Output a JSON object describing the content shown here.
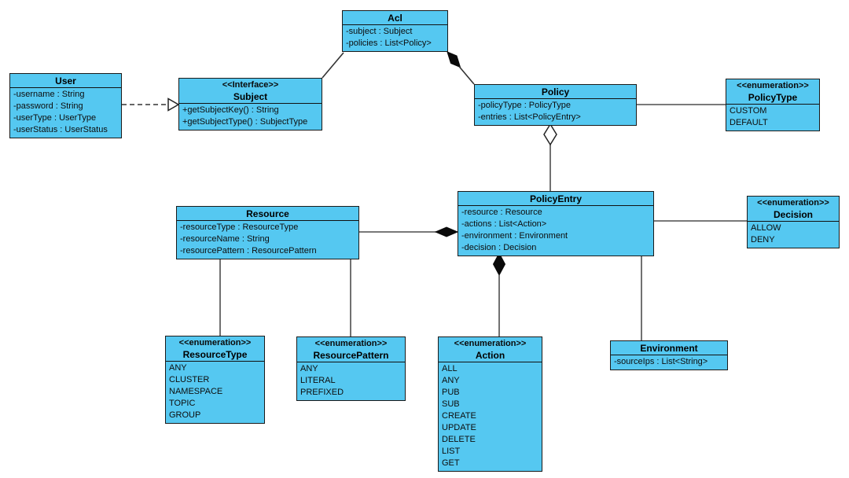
{
  "diagram": {
    "title": "ACL authorization UML class diagram",
    "colors": {
      "box_fill": "#55C8F1",
      "box_border": "#1a1a1a",
      "connector_line": "#4d4d4d",
      "diamond_fill": "#0a0a0a",
      "background": "#ffffff"
    },
    "classes": [
      {
        "id": "acl",
        "name": "Acl",
        "members": [
          "-subject : Subject",
          "-policies : List<Policy>"
        ]
      },
      {
        "id": "user",
        "name": "User",
        "members": [
          "-username : String",
          "-password : String",
          "-userType : UserType",
          "-userStatus : UserStatus"
        ]
      },
      {
        "id": "subject",
        "stereotype": "<<Interface>>",
        "name": "Subject",
        "members": [
          "+getSubjectKey() : String",
          "+getSubjectType() : SubjectType"
        ]
      },
      {
        "id": "policy",
        "name": "Policy",
        "members": [
          "-policyType : PolicyType",
          "-entries : List<PolicyEntry>"
        ]
      },
      {
        "id": "policytype",
        "stereotype": "<<enumeration>>",
        "name": "PolicyType",
        "members": [
          "CUSTOM",
          "DEFAULT"
        ]
      },
      {
        "id": "resource",
        "name": "Resource",
        "members": [
          "-resourceType : ResourceType",
          "-resourceName : String",
          "-resourcePattern : ResourcePattern"
        ]
      },
      {
        "id": "policyentry",
        "name": "PolicyEntry",
        "members": [
          "-resource : Resource",
          "-actions : List<Action>",
          "-environment : Environment",
          "-decision : Decision"
        ]
      },
      {
        "id": "decision",
        "stereotype": "<<enumeration>>",
        "name": "Decision",
        "members": [
          "ALLOW",
          "DENY"
        ]
      },
      {
        "id": "resourcetype",
        "stereotype": "<<enumeration>>",
        "name": "ResourceType",
        "members": [
          "ANY",
          "CLUSTER",
          "NAMESPACE",
          "TOPIC",
          "GROUP"
        ]
      },
      {
        "id": "resourcepattern",
        "stereotype": "<<enumeration>>",
        "name": "ResourcePattern",
        "members": [
          "ANY",
          "LITERAL",
          "PREFIXED"
        ]
      },
      {
        "id": "action",
        "stereotype": "<<enumeration>>",
        "name": "Action",
        "members": [
          "ALL",
          "ANY",
          "PUB",
          "SUB",
          "CREATE",
          "UPDATE",
          "DELETE",
          "LIST",
          "GET"
        ]
      },
      {
        "id": "environment",
        "name": "Environment",
        "members": [
          "-sourceIps : List<String>"
        ]
      }
    ],
    "relationships": [
      {
        "from": "User",
        "to": "Subject",
        "type": "realization (dashed, hollow triangle)"
      },
      {
        "from": "Acl",
        "to": "Subject",
        "type": "association"
      },
      {
        "from": "Acl",
        "to": "Policy",
        "type": "composition (filled diamond at Acl)"
      },
      {
        "from": "Policy",
        "to": "PolicyType",
        "type": "association"
      },
      {
        "from": "Policy",
        "to": "PolicyEntry",
        "type": "aggregation (hollow diamond at Policy)"
      },
      {
        "from": "PolicyEntry",
        "to": "Resource",
        "type": "composition (filled diamond at PolicyEntry)"
      },
      {
        "from": "PolicyEntry",
        "to": "Decision",
        "type": "association"
      },
      {
        "from": "PolicyEntry",
        "to": "Action",
        "type": "composition (filled diamond at PolicyEntry)"
      },
      {
        "from": "PolicyEntry",
        "to": "Environment",
        "type": "association"
      },
      {
        "from": "Resource",
        "to": "ResourceType",
        "type": "association"
      },
      {
        "from": "Resource",
        "to": "ResourcePattern",
        "type": "association"
      }
    ]
  }
}
